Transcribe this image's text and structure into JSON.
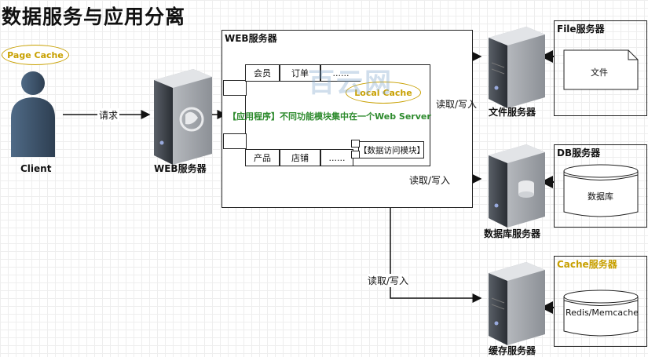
{
  "title": "数据服务与应用分离",
  "client": {
    "cache_label": "Page Cache",
    "label": "Client"
  },
  "request_label": "请求",
  "web_server_left": {
    "label": "WEB服务器"
  },
  "web_box": {
    "title": "WEB服务器",
    "top_row": [
      "会员",
      "订单",
      "......"
    ],
    "bottom_row": [
      "产品",
      "店铺",
      "......"
    ],
    "local_cache": "Local Cache",
    "app_text": "【应用程序】不同功能模块集中在一个Web Server",
    "data_access": "【数据访问模块】"
  },
  "watermark": "百云网",
  "connections": {
    "to_file": "读取/写入",
    "to_db": "读取/写入",
    "to_cache": "读取/写入"
  },
  "file_server": {
    "label": "文件服务器",
    "panel_title": "File服务器",
    "content": "文件"
  },
  "db_server": {
    "label": "数据库服务器",
    "panel_title": "DB服务器",
    "content": "数据库"
  },
  "cache_server": {
    "label": "缓存服务器",
    "panel_title": "Cache服务器",
    "content": "Redis/Memcache"
  },
  "colors": {
    "cache_gold": "#c8a000",
    "app_green": "#2e8b2e",
    "server_dark": "#3a3f46"
  }
}
